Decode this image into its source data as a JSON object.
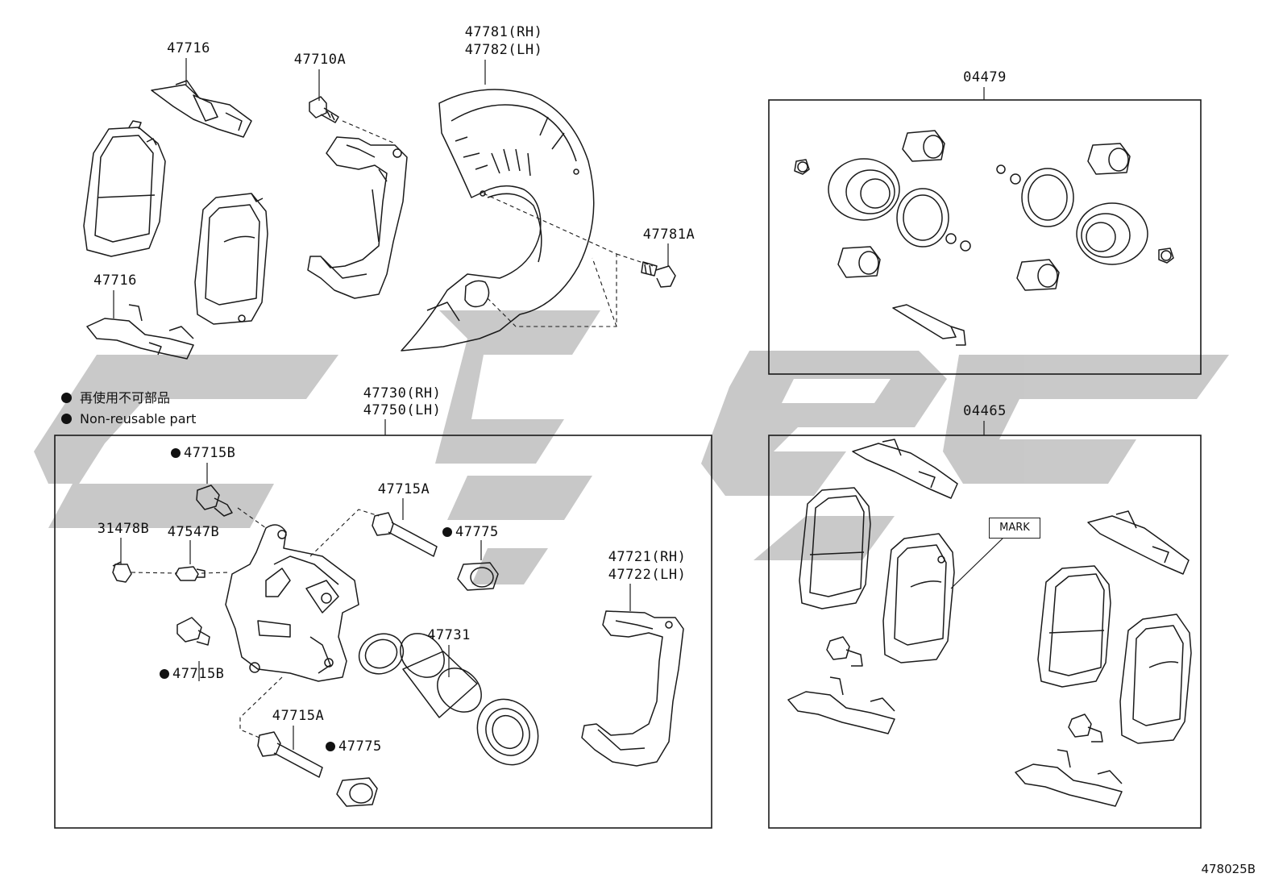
{
  "labels": {
    "l_47716_top": "47716",
    "l_47710a": "47710A",
    "l_47781_rh": "47781(RH)",
    "l_47782_lh": "47782(LH)",
    "l_47781a": "47781A",
    "l_47716_bottom": "47716",
    "l_47730_rh": "47730(RH)",
    "l_47750_lh": "47750(LH)",
    "l_47715b_top": "47715B",
    "l_47715a_top": "47715A",
    "l_47775_top": "47775",
    "l_31478b": "31478B",
    "l_47547b": "47547B",
    "l_47721_rh": "47721(RH)",
    "l_47722_lh": "47722(LH)",
    "l_47731": "47731",
    "l_47715b_bottom": "47715B",
    "l_47715a_bottom": "47715A",
    "l_47775_bottom": "47775",
    "l_04479": "04479",
    "l_04465": "04465"
  },
  "legend": {
    "japanese": "再使用不可部品",
    "english": "Non-reusable part"
  },
  "mark_label": "MARK",
  "drawing_number": "478025B",
  "icons": {
    "non_reusable_marker": "filled-dot-icon"
  },
  "colors": {
    "line": "#1a1a1a",
    "watermark": "#c4c4c4"
  }
}
